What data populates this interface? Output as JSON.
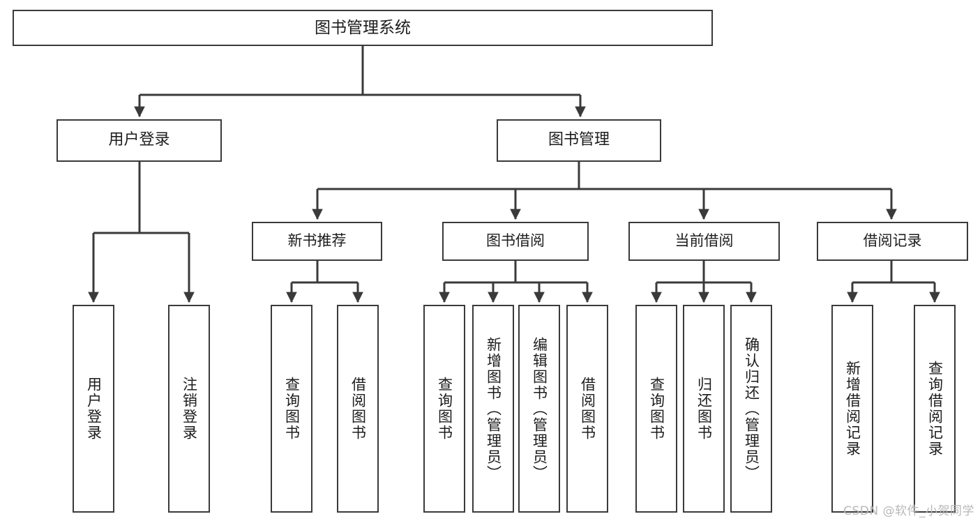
{
  "diagram": {
    "title": "图书管理系统",
    "type": "tree",
    "watermark": "CSDN @软件_小贺同学",
    "accent_color": "#3a3a3a",
    "background_color": "#ffffff",
    "text_color": "#1c1c1c"
  },
  "nodes": {
    "root": {
      "label": "图书管理系统",
      "level": 1
    },
    "level2": [
      {
        "label": "用户登录",
        "level": 2
      },
      {
        "label": "图书管理",
        "level": 2
      }
    ],
    "level3": [
      {
        "label": "新书推荐",
        "level": 3
      },
      {
        "label": "图书借阅",
        "level": 3
      },
      {
        "label": "当前借阅",
        "level": 3
      },
      {
        "label": "借阅记录",
        "level": 3
      }
    ],
    "leaves": [
      {
        "label": "用户登录",
        "parent": "用户登录",
        "vertical": true
      },
      {
        "label": "注销登录",
        "parent": "用户登录",
        "vertical": true
      },
      {
        "label": "查询图书",
        "parent": "新书推荐",
        "vertical": true
      },
      {
        "label": "借阅图书",
        "parent": "新书推荐",
        "vertical": true
      },
      {
        "label": "查询图书",
        "parent": "图书借阅",
        "vertical": true
      },
      {
        "label": "新增图书（管理员）",
        "parent": "图书借阅",
        "vertical": true
      },
      {
        "label": "编辑图书（管理员）",
        "parent": "图书借阅",
        "vertical": true
      },
      {
        "label": "借阅图书",
        "parent": "图书借阅",
        "vertical": true
      },
      {
        "label": "查询图书",
        "parent": "当前借阅",
        "vertical": true
      },
      {
        "label": "归还图书",
        "parent": "当前借阅",
        "vertical": true
      },
      {
        "label": "确认归还（管理员）",
        "parent": "当前借阅",
        "vertical": true
      },
      {
        "label": "新增借阅记录",
        "parent": "借阅记录",
        "vertical": true
      },
      {
        "label": "查询借阅记录",
        "parent": "借阅记录",
        "vertical": true
      }
    ]
  }
}
